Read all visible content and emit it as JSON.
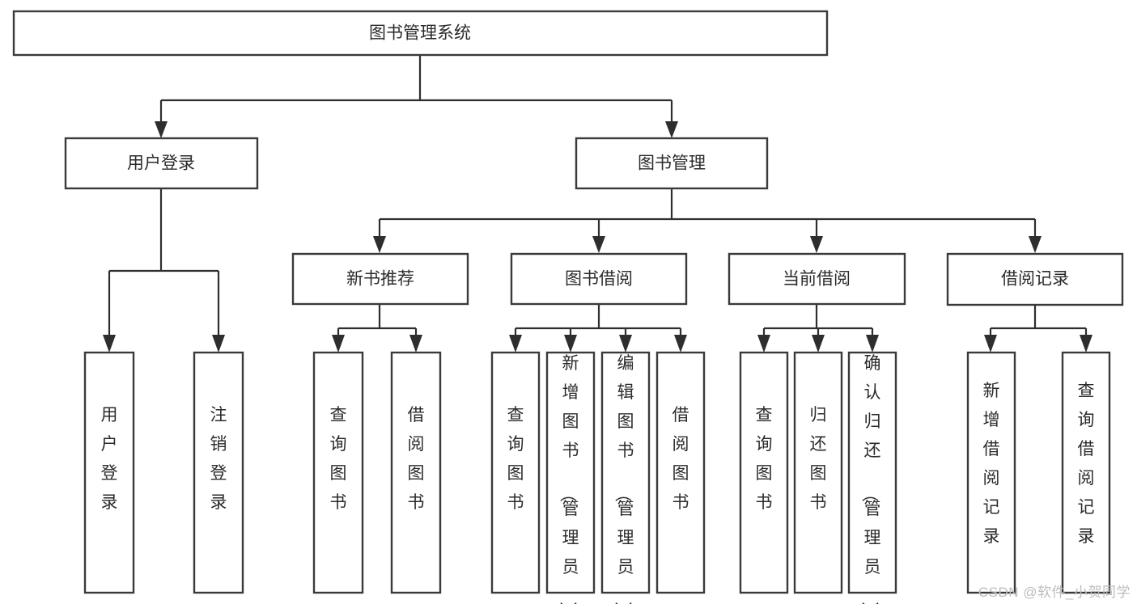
{
  "diagram": {
    "type": "hierarchy-tree",
    "title": "图书管理系统",
    "watermark": "CSDN @软件_小贺同学",
    "root": {
      "id": "root",
      "label": "图书管理系统",
      "orientation": "horizontal"
    },
    "level1": [
      {
        "id": "user-login",
        "label": "用户登录",
        "orientation": "horizontal"
      },
      {
        "id": "book-manage",
        "label": "图书管理",
        "orientation": "horizontal"
      }
    ],
    "level2": [
      {
        "id": "new-book-recommend",
        "label": "新书推荐",
        "parent": "book-manage",
        "orientation": "horizontal"
      },
      {
        "id": "book-borrow",
        "label": "图书借阅",
        "parent": "book-manage",
        "orientation": "horizontal"
      },
      {
        "id": "current-borrow",
        "label": "当前借阅",
        "parent": "book-manage",
        "orientation": "horizontal"
      },
      {
        "id": "borrow-record",
        "label": "借阅记录",
        "parent": "book-manage",
        "orientation": "horizontal"
      }
    ],
    "leaves": [
      {
        "id": "leaf-user-login",
        "label": "用户登录",
        "parent": "user-login",
        "orientation": "vertical"
      },
      {
        "id": "leaf-user-logout",
        "label": "注销登录",
        "parent": "user-login",
        "orientation": "vertical"
      },
      {
        "id": "leaf-query-book-1",
        "label": "查询图书",
        "parent": "new-book-recommend",
        "orientation": "vertical"
      },
      {
        "id": "leaf-borrow-book-1",
        "label": "借阅图书",
        "parent": "new-book-recommend",
        "orientation": "vertical"
      },
      {
        "id": "leaf-query-book-2",
        "label": "查询图书",
        "parent": "book-borrow",
        "orientation": "vertical"
      },
      {
        "id": "leaf-add-book",
        "label": "新增图书（管理员）",
        "parent": "book-borrow",
        "orientation": "vertical"
      },
      {
        "id": "leaf-edit-book",
        "label": "编辑图书（管理员）",
        "parent": "book-borrow",
        "orientation": "vertical"
      },
      {
        "id": "leaf-borrow-book-2",
        "label": "借阅图书",
        "parent": "book-borrow",
        "orientation": "vertical"
      },
      {
        "id": "leaf-query-book-3",
        "label": "查询图书",
        "parent": "current-borrow",
        "orientation": "vertical"
      },
      {
        "id": "leaf-return-book",
        "label": "归还图书",
        "parent": "current-borrow",
        "orientation": "vertical"
      },
      {
        "id": "leaf-confirm-return",
        "label": "确认归还（管理员）",
        "parent": "current-borrow",
        "orientation": "vertical"
      },
      {
        "id": "leaf-add-record",
        "label": "新增借阅记录",
        "parent": "borrow-record",
        "orientation": "vertical"
      },
      {
        "id": "leaf-query-record",
        "label": "查询借阅记录",
        "parent": "borrow-record",
        "orientation": "vertical"
      }
    ],
    "colors": {
      "box_stroke": "#3a3a3a",
      "connector": "#2e2e2e",
      "box_fill": "#ffffff",
      "text": "#2b2b2b",
      "watermark": "#bdbdbd",
      "background": "#ffffff"
    }
  }
}
